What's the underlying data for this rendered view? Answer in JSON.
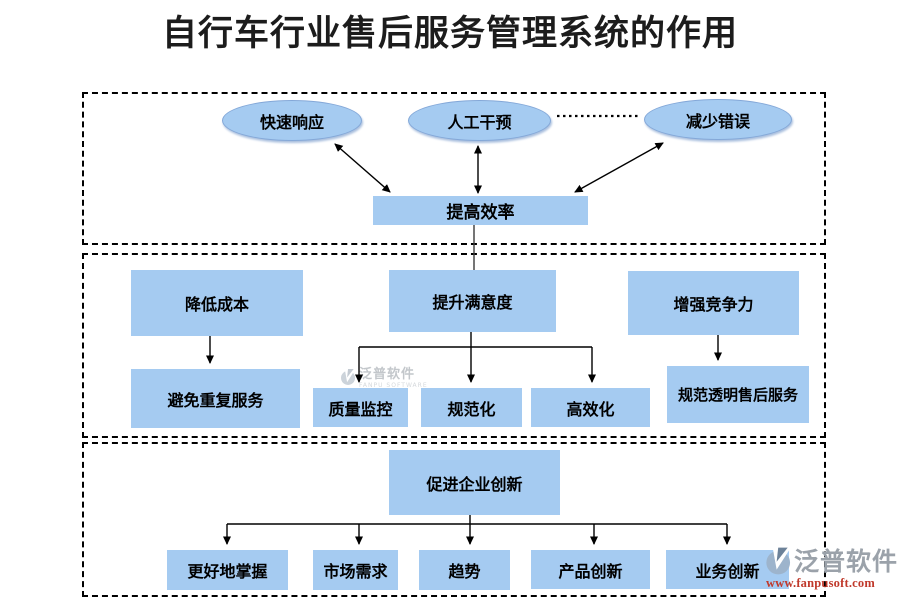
{
  "title": "自行车行业售后服务管理系统的作用",
  "diagram": {
    "efficiency": {
      "factors": [
        "快速响应",
        "人工干预",
        "减少错误"
      ],
      "outcome": "提高效率"
    },
    "benefits": {
      "parents": [
        "降低成本",
        "提升满意度",
        "增强竞争力"
      ],
      "children": [
        "避免重复服务",
        "质量监控",
        "规范化",
        "高效化",
        "规范透明售后服务"
      ]
    },
    "innovation": {
      "root": "促进企业创新",
      "children": [
        "更好地掌握",
        "市场需求",
        "趋势",
        "产品创新",
        "业务创新"
      ]
    }
  },
  "watermark": {
    "brand": "泛普软件",
    "brand_sub": "FANPU SOFTWARE",
    "url": "www.fanpusoft.com"
  },
  "colors": {
    "node_fill": "#a5cbf1",
    "ellipse_border": "#84a8d8",
    "url_red": "#c0392b",
    "text": "#000000"
  }
}
